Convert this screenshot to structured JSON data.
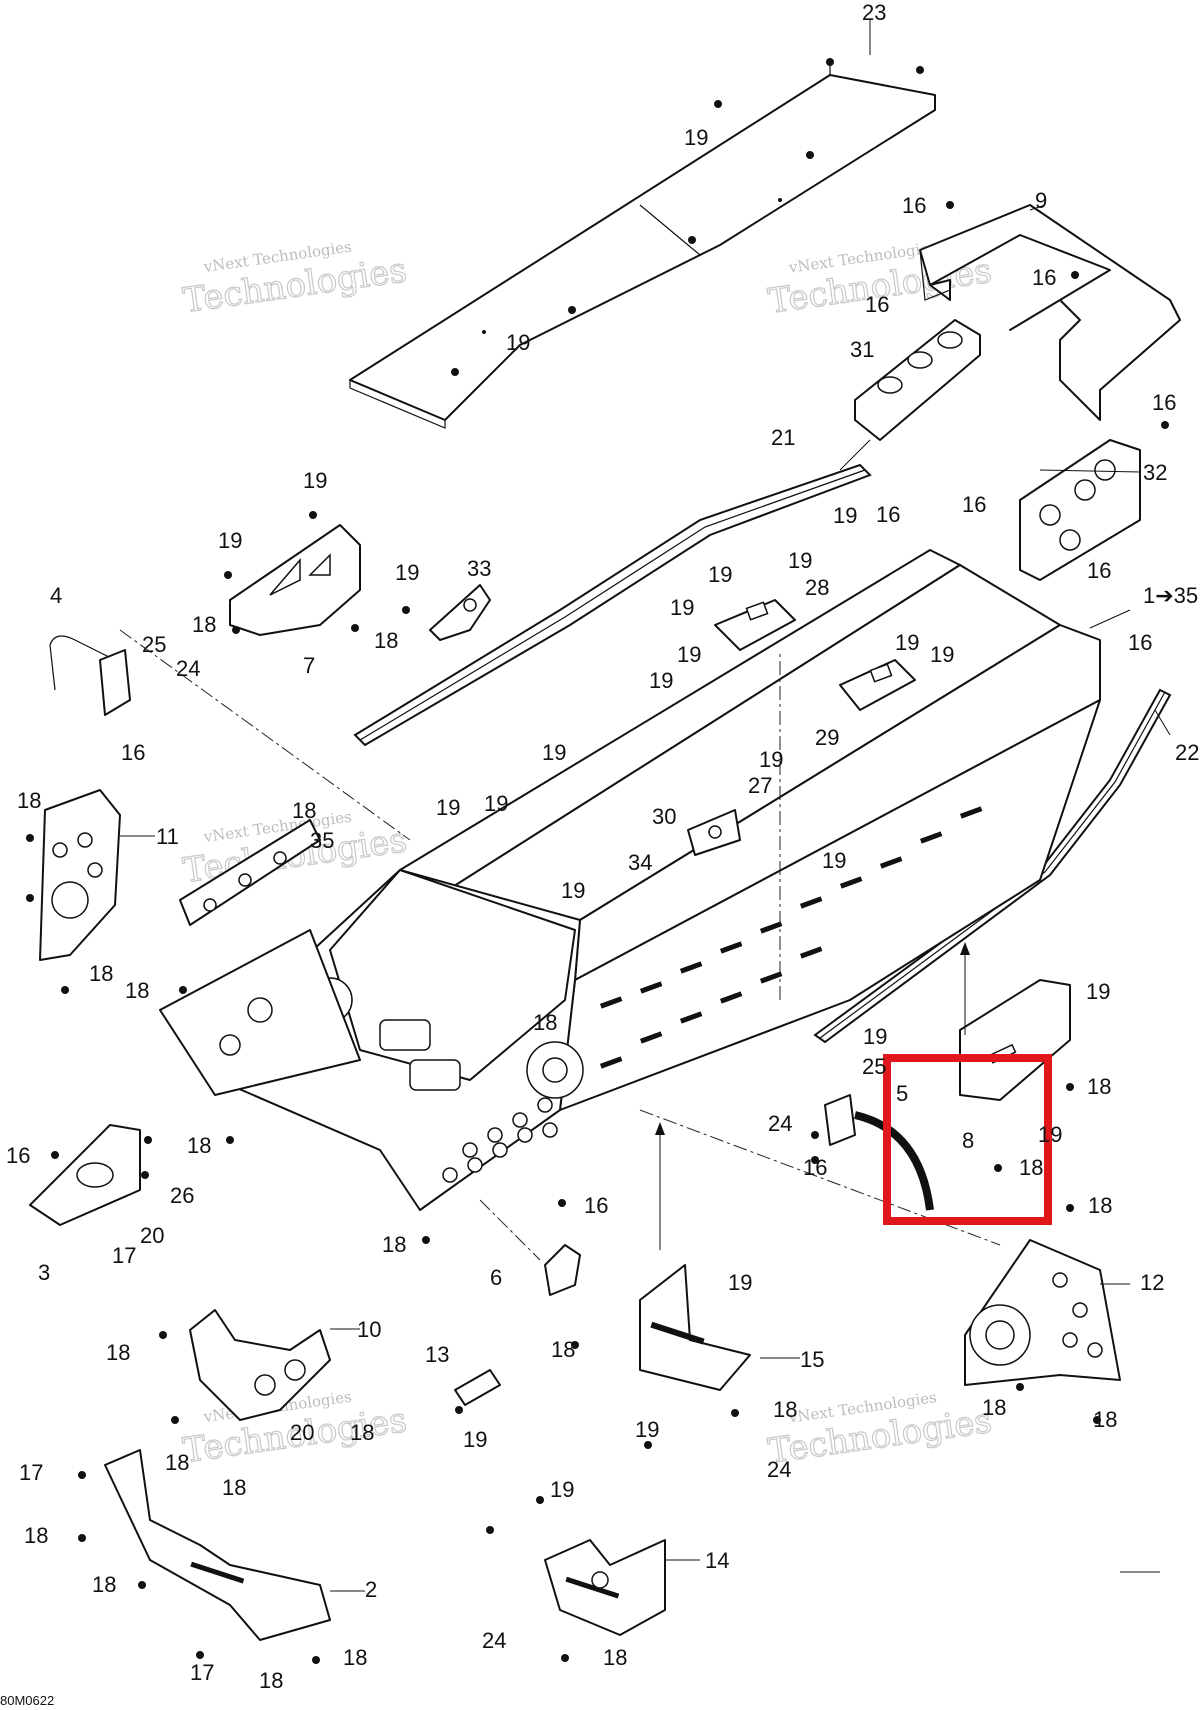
{
  "diagram": {
    "drawing_code": "80M0622",
    "watermark_line1": "vNext Technologies",
    "watermark_line2": "Technologies",
    "highlight_color": "#e0181b",
    "labels": {
      "l1_35": "1➔35",
      "l2": "2",
      "l3": "3",
      "l4": "4",
      "l5": "5",
      "l6": "6",
      "l7": "7",
      "l8": "8",
      "l9": "9",
      "l10": "10",
      "l11": "11",
      "l12": "12",
      "l13": "13",
      "l14": "14",
      "l15": "15",
      "l16": "16",
      "l17": "17",
      "l18": "18",
      "l19": "19",
      "l20": "20",
      "l21": "21",
      "l22": "22",
      "l23": "23",
      "l24": "24",
      "l25": "25",
      "l26": "26",
      "l27": "27",
      "l28": "28",
      "l29": "29",
      "l30": "30",
      "l31": "31",
      "l32": "32",
      "l33": "33",
      "l34": "34",
      "l35": "35"
    }
  }
}
